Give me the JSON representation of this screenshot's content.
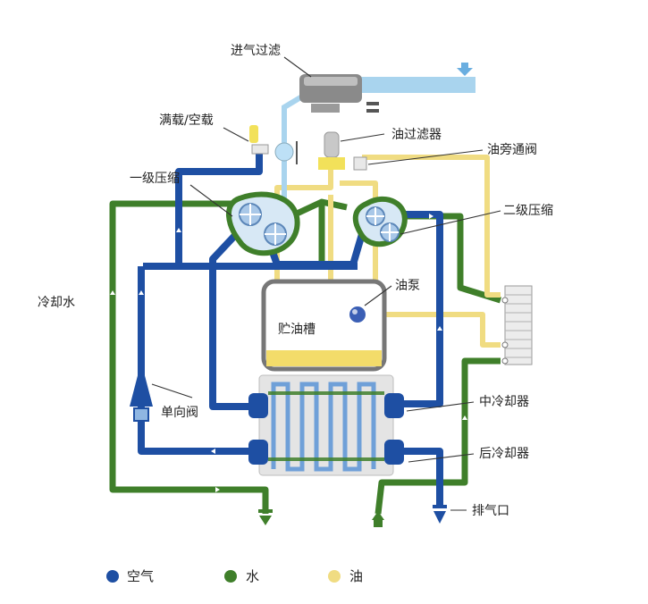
{
  "labels": {
    "intake_filter": "进气过滤",
    "load_unload": "满载/空载",
    "oil_filter": "油过滤器",
    "oil_bypass_valve": "油旁通阀",
    "first_stage": "一级压缩",
    "second_stage": "二级压缩",
    "cooling_water": "冷却水",
    "oil_pump": "油泵",
    "oil_tank": "贮油槽",
    "check_valve": "单向阀",
    "intercooler": "中冷却器",
    "aftercooler": "后冷却器",
    "exhaust_port": "排气口"
  },
  "legend": [
    {
      "label": "空气",
      "color": "#1e4fa3"
    },
    {
      "label": "水",
      "color": "#3f7f2a"
    },
    {
      "label": "油",
      "color": "#f0dc82"
    }
  ],
  "colors": {
    "air": "#1e4fa3",
    "air_light": "#a9d4ee",
    "water": "#3f7f2a",
    "oil": "#f0dc82",
    "oil_fill": "#f3dc6a",
    "tank_border": "#777777"
  }
}
